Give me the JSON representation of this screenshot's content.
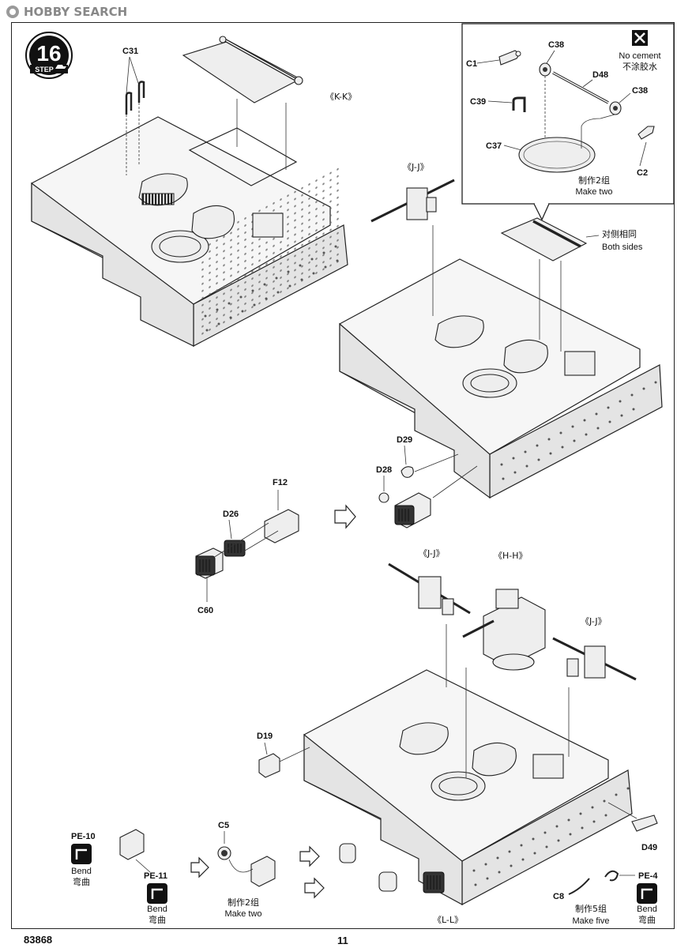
{
  "watermark": {
    "text": "HOBBY SEARCH"
  },
  "step": {
    "number": "16",
    "label": "STEP"
  },
  "inset": {
    "no_cement_en": "No cement",
    "no_cement_cn": "不涂胶水",
    "make_two_cn": "制作2组",
    "make_two_en": "Make two",
    "parts": {
      "c1": "C1",
      "c38a": "C38",
      "d48": "D48",
      "c38b": "C38",
      "c39": "C39",
      "c37": "C37",
      "c2": "C2"
    }
  },
  "both_sides": {
    "cn": "对侧相同",
    "en": "Both sides"
  },
  "refs": {
    "kk": "《K-K》",
    "jj1": "《J-J》",
    "jj2": "《J-J》",
    "hh": "《H-H》",
    "jj3": "《J-J》",
    "ll": "《L-L》"
  },
  "parts": {
    "c31": "C31",
    "d29": "D29",
    "d28": "D28",
    "f12": "F12",
    "d26": "D26",
    "c60": "C60",
    "d19": "D19",
    "d49": "D49",
    "pe10": "PE-10",
    "pe11": "PE-11",
    "c5": "C5",
    "c8": "C8",
    "pe4": "PE-4"
  },
  "bend": {
    "en": "Bend",
    "cn": "弯曲"
  },
  "make_two": {
    "cn": "制作2组",
    "en": "Make two"
  },
  "make_five": {
    "cn": "制作5组",
    "en": "Make five"
  },
  "footer": {
    "code": "83868",
    "page": "11"
  }
}
